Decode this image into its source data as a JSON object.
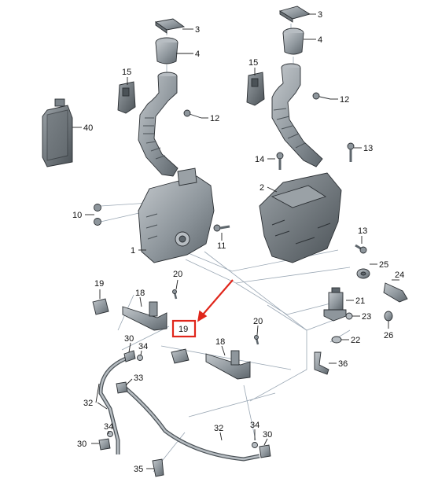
{
  "callouts": {
    "c1": "1",
    "c2": "2",
    "c3a": "3",
    "c3b": "3",
    "c4a": "4",
    "c4b": "4",
    "c10": "10",
    "c11": "11",
    "c12a": "12",
    "c12b": "12",
    "c13a": "13",
    "c13b": "13",
    "c14": "14",
    "c15a": "15",
    "c15b": "15",
    "c18a": "18",
    "c18b": "18",
    "c19a": "19",
    "c19b": "19",
    "c20a": "20",
    "c20b": "20",
    "c21": "21",
    "c22": "22",
    "c23": "23",
    "c24": "24",
    "c25": "25",
    "c26": "26",
    "c30a": "30",
    "c30b": "30",
    "c30c": "30",
    "c32a": "32",
    "c32b": "32",
    "c33": "33",
    "c34a": "34",
    "c34b": "34",
    "c34c": "34",
    "c35": "35",
    "c36": "36",
    "c40": "40"
  },
  "highlight": {
    "color": "#e0261b"
  },
  "colors": {
    "part_fill": "#8e969c",
    "part_light": "#b7bdc2",
    "part_dark": "#5e666c",
    "leader": "#222222",
    "guide": "#9aa7b4"
  }
}
